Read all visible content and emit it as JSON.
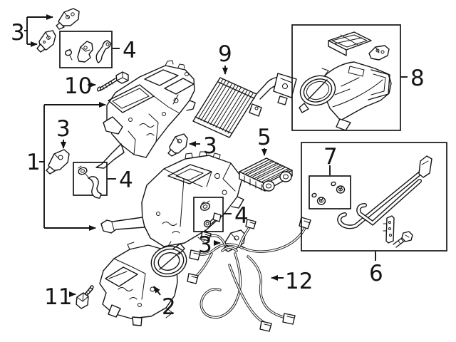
{
  "diagram": {
    "background_color": "#ffffff",
    "line_color": "#141414",
    "callouts": [
      {
        "id": "1",
        "label": "1"
      },
      {
        "id": "2",
        "label": "2"
      },
      {
        "id": "3-top-left",
        "label": "3"
      },
      {
        "id": "3-mid-left",
        "label": "3"
      },
      {
        "id": "3-mid-right",
        "label": "3"
      },
      {
        "id": "3-bottom",
        "label": "3"
      },
      {
        "id": "4-top",
        "label": "4"
      },
      {
        "id": "4-mid",
        "label": "4"
      },
      {
        "id": "4-bottom",
        "label": "4"
      },
      {
        "id": "5",
        "label": "5"
      },
      {
        "id": "6",
        "label": "6"
      },
      {
        "id": "7",
        "label": "7"
      },
      {
        "id": "8",
        "label": "8"
      },
      {
        "id": "9",
        "label": "9"
      },
      {
        "id": "10",
        "label": "10"
      },
      {
        "id": "11",
        "label": "11"
      },
      {
        "id": "12",
        "label": "12"
      }
    ]
  }
}
